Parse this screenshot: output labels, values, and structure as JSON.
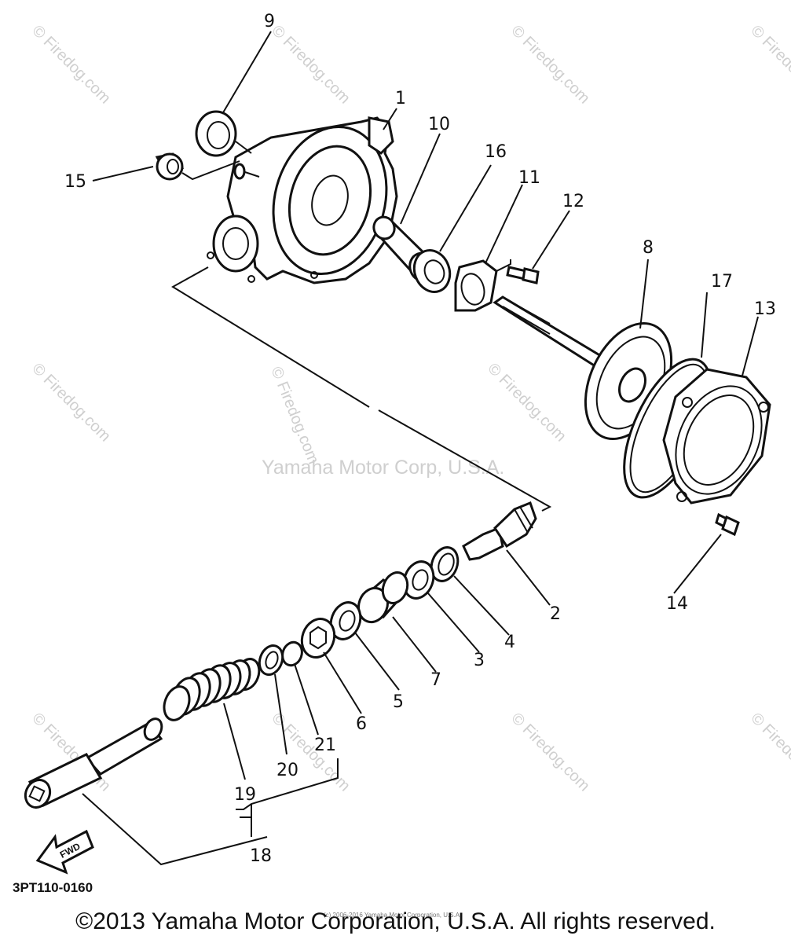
{
  "diagram_code": "3PT110-0160",
  "copyright_main": "©2013 Yamaha Motor Corporation, U.S.A. All rights reserved.",
  "copyright_small": "(c) 2006-2016 Yamaha Motor Corporation, U.S.A.",
  "watermark_center": "Yamaha Motor Corp, U.S.A.",
  "watermark_site": "© Firedog.com",
  "fwd_label": "FWD",
  "callouts": {
    "n1": "1",
    "n2": "2",
    "n3": "3",
    "n4": "4",
    "n5": "5",
    "n6": "6",
    "n7": "7",
    "n8": "8",
    "n9": "9",
    "n10": "10",
    "n11": "11",
    "n12": "12",
    "n13": "13",
    "n14": "14",
    "n15": "15",
    "n16": "16",
    "n17": "17",
    "n18": "18",
    "n19": "19",
    "n20": "20",
    "n21": "21"
  }
}
